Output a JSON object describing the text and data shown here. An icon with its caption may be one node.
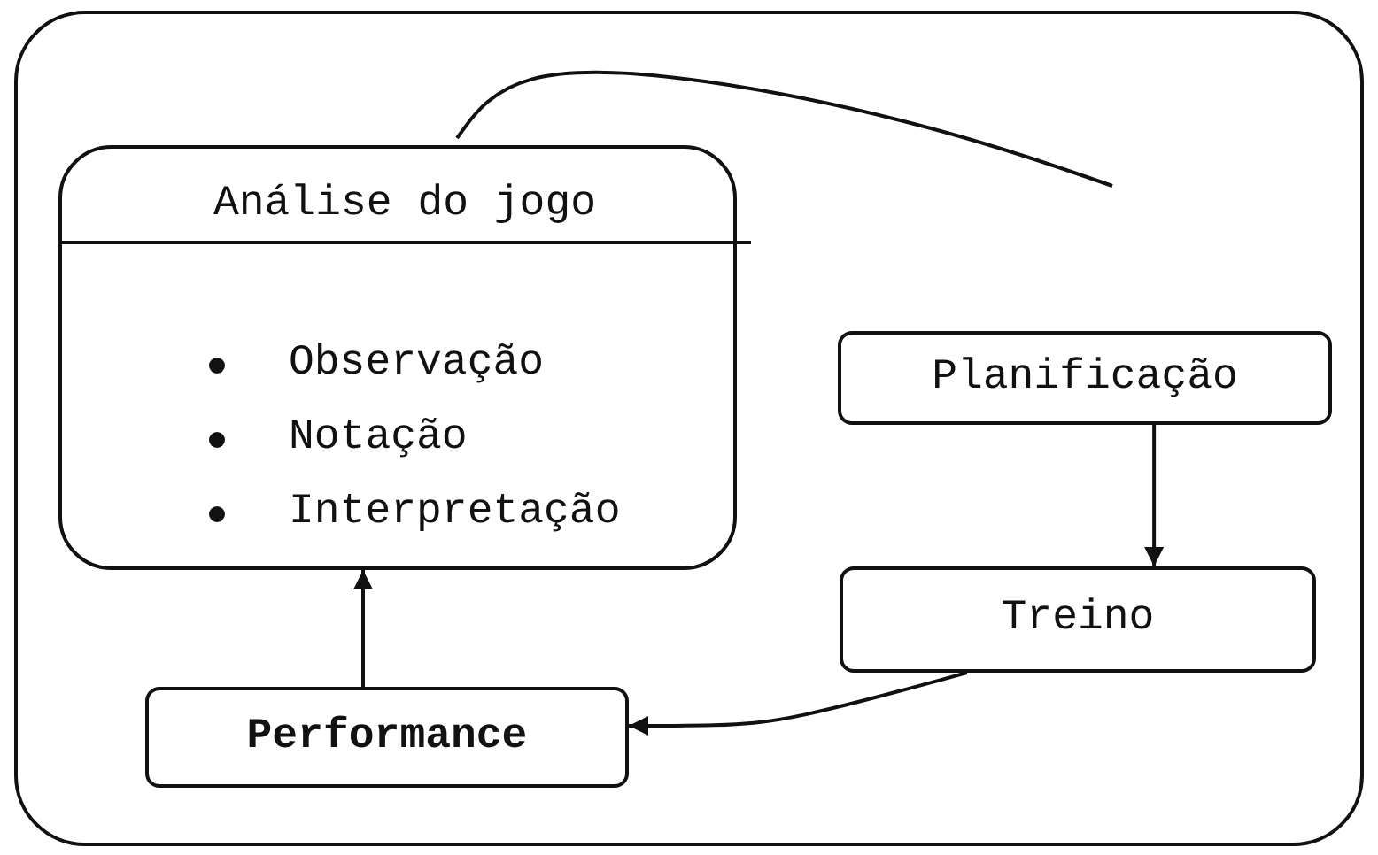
{
  "diagram": {
    "nodes": [
      {
        "text": [],
        "shape": "box"
      },
      {
        "text": [
          "Análise do jogo",
          "Observação",
          "Notação",
          "Interpretação"
        ],
        "in": 0
      },
      {
        "text": [
          "Planificação"
        ],
        "in": 0
      },
      {
        "text": [
          "Treino"
        ],
        "in": 0
      },
      {
        "text": [
          "Performance"
        ],
        "in": 0
      }
    ],
    "edges": [
      {
        "from": 2,
        "to": 3,
        "arrow": "to"
      },
      {
        "from": 3,
        "to": 4,
        "arrow": "to"
      },
      {
        "from": 4,
        "to": 1,
        "arrow": "to"
      },
      {
        "from": 1,
        "to": null,
        "arrow": "none"
      }
    ]
  }
}
